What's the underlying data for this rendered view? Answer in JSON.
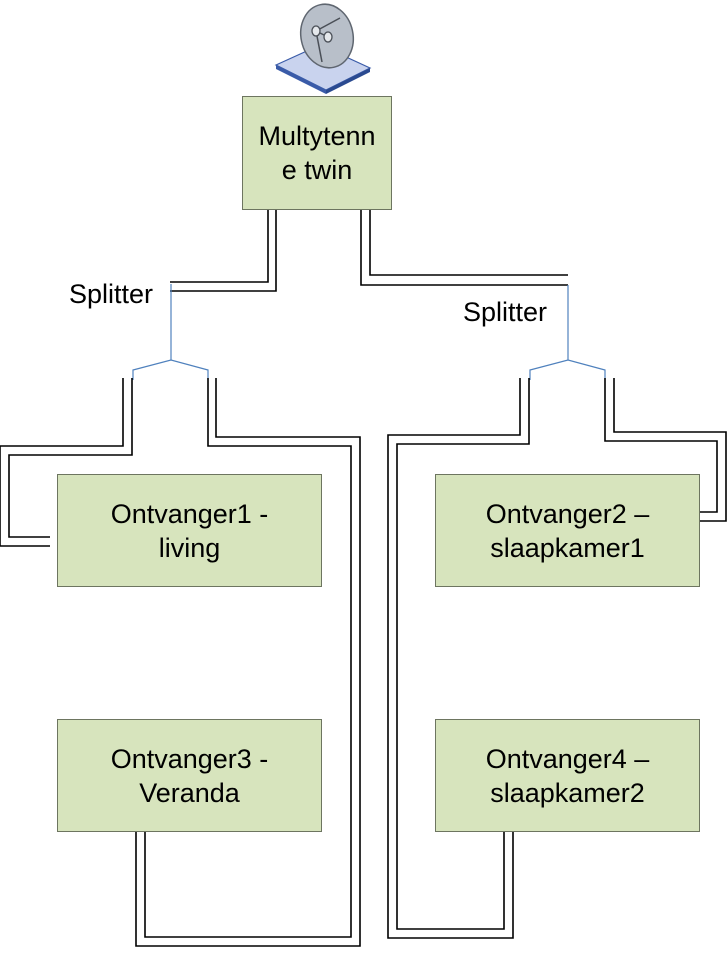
{
  "nodes": {
    "antenna": {
      "label_line1": "Multytenn",
      "label_line2": "e twin"
    },
    "receiver1": {
      "label_line1": "Ontvanger1 -",
      "label_line2": "living"
    },
    "receiver2": {
      "label_line1": "Ontvanger2 –",
      "label_line2": "slaapkamer1"
    },
    "receiver3": {
      "label_line1": "Ontvanger3 -",
      "label_line2": "Veranda"
    },
    "receiver4": {
      "label_line1": "Ontvanger4 –",
      "label_line2": "slaapkamer2"
    }
  },
  "splitters": {
    "left": {
      "label": "Splitter"
    },
    "right": {
      "label": "Splitter"
    }
  },
  "icons": {
    "satellite": "satellite-dish-icon"
  },
  "colors": {
    "box_fill": "#d7e4bd",
    "box_border": "#6d7560",
    "cable": "#000000",
    "splitter_line": "#4f81bd",
    "dish_body": "#b8bfc9",
    "dish_base": "#c9d3ee"
  }
}
